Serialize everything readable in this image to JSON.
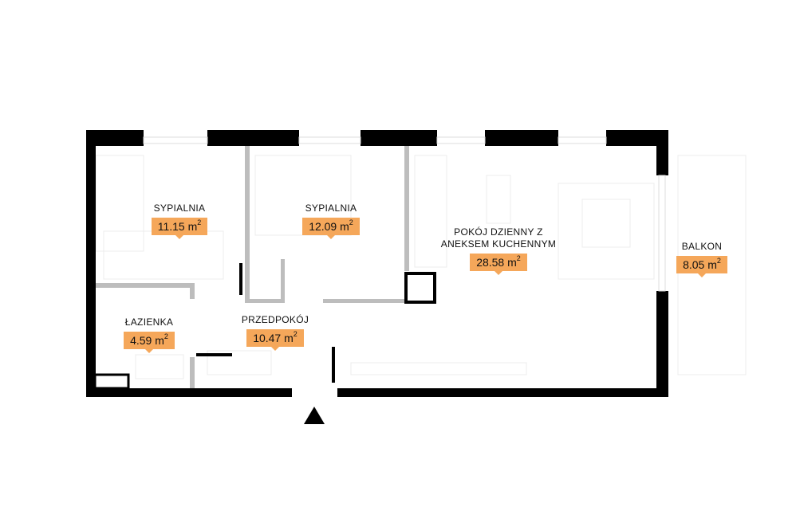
{
  "rooms": [
    {
      "id": "bedroom-1",
      "name": "SYPIALNIA",
      "area": "11.15",
      "unit": "m",
      "exp": "2"
    },
    {
      "id": "bedroom-2",
      "name": "SYPIALNIA",
      "area": "12.09",
      "unit": "m",
      "exp": "2"
    },
    {
      "id": "living",
      "name": "POKÓJ DZIENNY Z\nANEKSEM KUCHENNYM",
      "area": "28.58",
      "unit": "m",
      "exp": "2"
    },
    {
      "id": "balcony",
      "name": "BALKON",
      "area": "8.05",
      "unit": "m",
      "exp": "2"
    },
    {
      "id": "bathroom",
      "name": "ŁAZIENKA",
      "area": "4.59",
      "unit": "m",
      "exp": "2"
    },
    {
      "id": "hallway",
      "name": "PRZEDPOKÓJ",
      "area": "10.47",
      "unit": "m",
      "exp": "2"
    }
  ],
  "colors": {
    "wall": "#000000",
    "partition": "#bdbdbd",
    "label_bg": "#f5a75a",
    "furniture": "#ececec"
  },
  "entrance_marker": "triangle-up-icon"
}
